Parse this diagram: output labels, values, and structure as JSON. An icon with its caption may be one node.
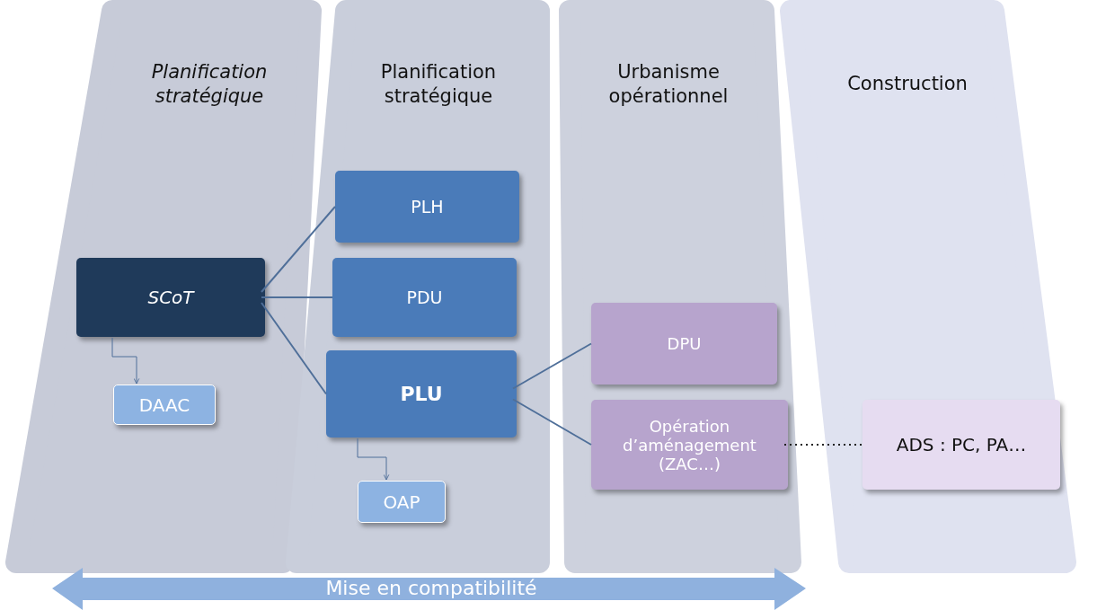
{
  "diagram": {
    "nodes": [
      {
        "text": [
          "Planification stratégique"
        ]
      },
      {
        "text": [
          "Planification stratégique"
        ]
      },
      {
        "text": [
          "Urbanisme opérationnel"
        ]
      },
      {
        "text": [
          "Construction"
        ]
      },
      {
        "text": [
          "SCoT"
        ],
        "in": 0
      },
      {
        "text": [
          "DAAC"
        ],
        "in": 0
      },
      {
        "text": [
          "PLH"
        ],
        "in": 1
      },
      {
        "text": [
          "PDU"
        ],
        "in": 1
      },
      {
        "text": [
          "PLU"
        ],
        "in": 1
      },
      {
        "text": [
          "OAP"
        ],
        "in": 1
      },
      {
        "text": [
          "DPU"
        ],
        "in": 2
      },
      {
        "text": [
          "Opération d’aménagement (ZAC…)"
        ],
        "in": 2
      },
      {
        "text": [
          "ADS :  PC, PA…"
        ],
        "in": 3
      }
    ],
    "edges": [
      {
        "from": 4,
        "to": 6,
        "arrow": "none"
      },
      {
        "from": 4,
        "to": 7,
        "arrow": "none"
      },
      {
        "from": 4,
        "to": 8,
        "arrow": "none"
      },
      {
        "from": 4,
        "to": 5,
        "arrow": "to"
      },
      {
        "from": 8,
        "to": 9,
        "arrow": "to"
      },
      {
        "from": 8,
        "to": 10,
        "arrow": "none"
      },
      {
        "from": 8,
        "to": 11,
        "arrow": "none"
      },
      {
        "from": 11,
        "to": 12,
        "arrow": "none",
        "style": "dashed",
        "color": "#222222"
      }
    ],
    "labels": [
      "Mise en compatibilité"
    ]
  }
}
